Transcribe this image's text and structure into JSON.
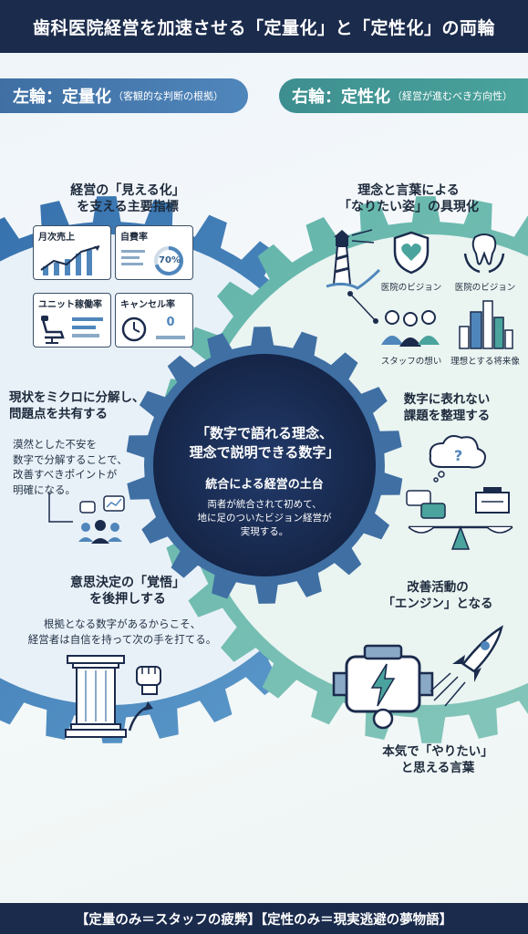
{
  "header": {
    "title": "歯科医院経営を加速させる「定量化」と「定性化」の両輪"
  },
  "left_wheel": {
    "label_main": "左輪：定量化",
    "label_sub": "（客観的な判断の根拠）",
    "section1": {
      "title_line1": "経営の「見える化」",
      "title_line2": "を支える主要指標",
      "kpis": [
        {
          "title": "月次売上"
        },
        {
          "title": "自費率",
          "value": "70%"
        },
        {
          "title": "ユニット稼働率"
        },
        {
          "title": "キャンセル率",
          "value": "0"
        }
      ]
    },
    "section2": {
      "title_line1": "現状をミクロに分解し、",
      "title_line2": "問題点を共有する",
      "body_lines": [
        "漠然とした不安を",
        "数字で分解することで、",
        "改善すべきポイントが",
        "明確になる。"
      ]
    },
    "section3": {
      "title_line1": "意思決定の「覚悟」",
      "title_line2": "を後押しする",
      "body_lines": [
        "根拠となる数字があるからこそ、",
        "経営者は自信を持って次の手を打てる。"
      ]
    }
  },
  "right_wheel": {
    "label_main": "右輪：定性化",
    "label_sub": "（経営が進むべき方向性）",
    "section1": {
      "title_line1": "理念と言葉による",
      "title_line2": "「なりたい姿」の具現化",
      "captions": [
        "医院のビジョン",
        "医院のビジョン",
        "スタッフの想い",
        "理想とする将来像"
      ]
    },
    "section2": {
      "title_line1": "数字に表れない",
      "title_line2": "課題を整理する"
    },
    "section3": {
      "title_line1": "改善活動の",
      "title_line2": "「エンジン」となる"
    },
    "section4": {
      "title_line1": "本気で「やりたい」",
      "title_line2": "と思える言葉"
    }
  },
  "center": {
    "quote_line1": "「数字で語れる理念、",
    "quote_line2": "理念で説明できる数字」",
    "subtitle": "統合による経営の土台",
    "body_lines": [
      "両者が統合されて初めて、",
      "地に足のついたビジョン経営が",
      "実現する。"
    ]
  },
  "footer": {
    "text": "【定量のみ＝スタッフの疲弊】【定性のみ＝現実逃避の夢物語】"
  },
  "colors": {
    "navy": "#1b2b4c",
    "left_blue": "#4f86bb",
    "right_teal": "#4aa39c",
    "center_navy": "#1c2f57"
  }
}
